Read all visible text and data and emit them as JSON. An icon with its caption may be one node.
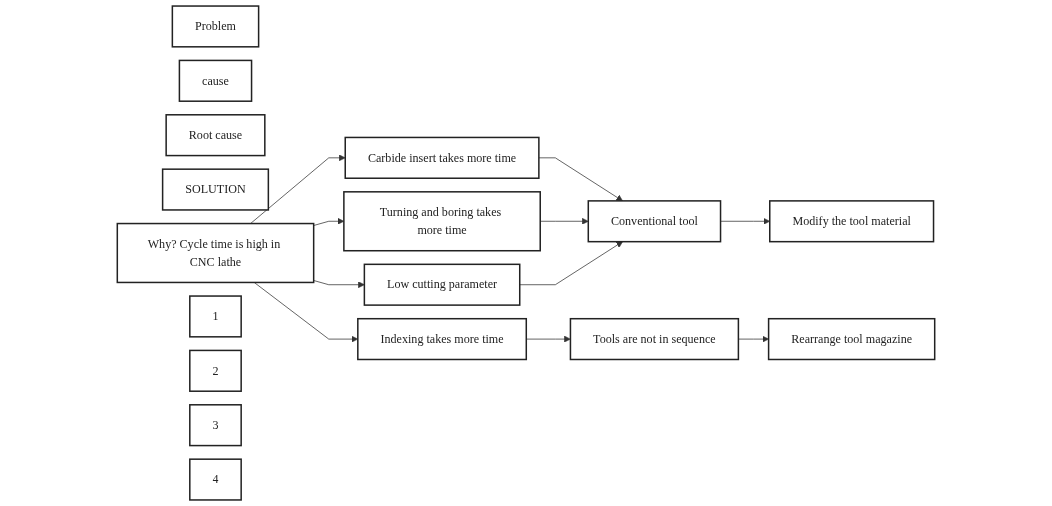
{
  "diagram": {
    "nodes": [
      {
        "text": [
          "Problem"
        ]
      },
      {
        "text": [
          "cause"
        ]
      },
      {
        "text": [
          "Root cause"
        ]
      },
      {
        "text": [
          "SOLUTION"
        ]
      },
      {
        "text": [
          "Why? Cycle time is high in CNC lathe"
        ]
      },
      {
        "text": [
          "1"
        ]
      },
      {
        "text": [
          "Carbide insert takes more time"
        ]
      },
      {
        "text": [
          "2"
        ]
      },
      {
        "text": [
          "Turning and boring takes more time"
        ]
      },
      {
        "text": [
          "3"
        ]
      },
      {
        "text": [
          "Low cutting parameter"
        ]
      },
      {
        "text": [
          "4"
        ]
      },
      {
        "text": [
          "Indexing takes more time"
        ]
      },
      {
        "text": [
          "Conventional tool"
        ]
      },
      {
        "text": [
          "Modify the tool material"
        ]
      },
      {
        "text": [
          "Tools are not in sequence"
        ]
      },
      {
        "text": [
          "Rearrange tool magazine"
        ]
      }
    ],
    "edges": [
      {
        "from": 4,
        "to": 6,
        "arrow": "to"
      },
      {
        "from": 4,
        "to": 8,
        "arrow": "to"
      },
      {
        "from": 4,
        "to": 10,
        "arrow": "to"
      },
      {
        "from": 4,
        "to": 12,
        "arrow": "to"
      },
      {
        "from": 6,
        "to": 13,
        "arrow": "to"
      },
      {
        "from": 8,
        "to": 13,
        "arrow": "to"
      },
      {
        "from": 10,
        "to": 13,
        "arrow": "to"
      },
      {
        "from": 13,
        "to": 14,
        "arrow": "to"
      },
      {
        "from": 12,
        "to": 15,
        "arrow": "to"
      },
      {
        "from": 15,
        "to": 16,
        "arrow": "to"
      }
    ]
  }
}
